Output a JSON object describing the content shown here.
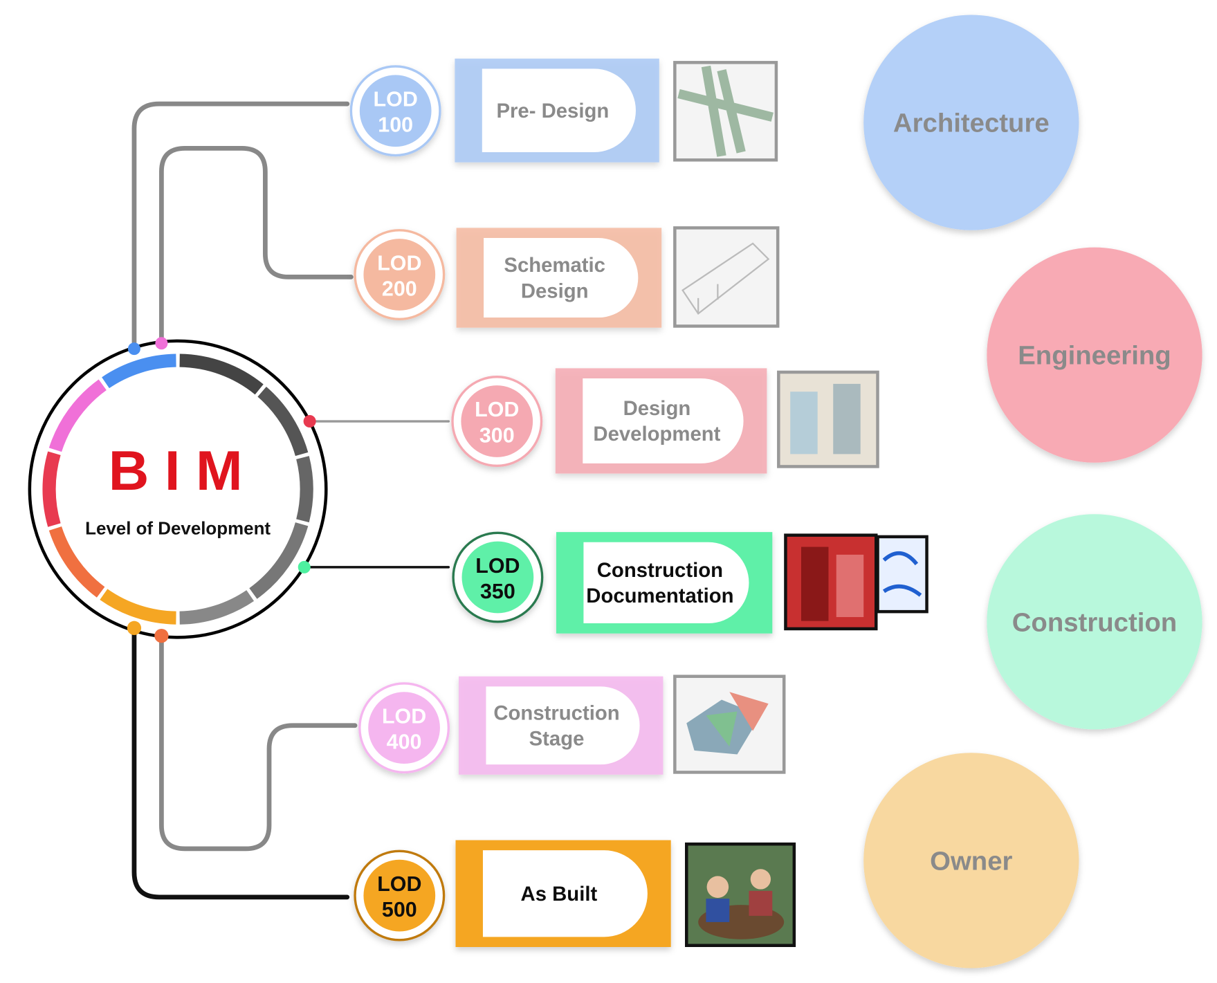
{
  "center": {
    "title": "B I M",
    "subtitle": "Level of Development",
    "title_color": "#e0141e"
  },
  "rows": [
    {
      "lod": [
        "LOD",
        "100"
      ],
      "stage": [
        "Pre- Design"
      ],
      "color": "#a9c8f5",
      "faded": true,
      "image": "structural-frame-image"
    },
    {
      "lod": [
        "LOD",
        "200"
      ],
      "stage": [
        "Schematic",
        "Design"
      ],
      "color": "#f5b9a0",
      "faded": true,
      "image": "building-wireframe-image"
    },
    {
      "lod": [
        "LOD",
        "300"
      ],
      "stage": [
        "Design",
        "Development"
      ],
      "color": "#f5a9b2",
      "faded": true,
      "image": "building-sketch-image"
    },
    {
      "lod": [
        "LOD",
        "350"
      ],
      "stage": [
        "Construction",
        "Documentation"
      ],
      "color": "#5ef0a8",
      "faded": false,
      "image": "red-building-image"
    },
    {
      "lod": [
        "LOD",
        "400"
      ],
      "stage": [
        "Construction",
        "Stage"
      ],
      "color": "#f5b6ef",
      "faded": true,
      "image": "3d-model-image"
    },
    {
      "lod": [
        "LOD",
        "500"
      ],
      "stage": [
        "As Built"
      ],
      "color": "#f5a623",
      "faded": false,
      "image": "meeting-clipart-image"
    }
  ],
  "disciplines": [
    {
      "label": "Architecture",
      "color": "#b4d0f8"
    },
    {
      "label": "Engineering",
      "color": "#f8aab4"
    },
    {
      "label": "Construction",
      "color": "#b8f8dc"
    },
    {
      "label": "Owner",
      "color": "#f8d8a0"
    }
  ]
}
